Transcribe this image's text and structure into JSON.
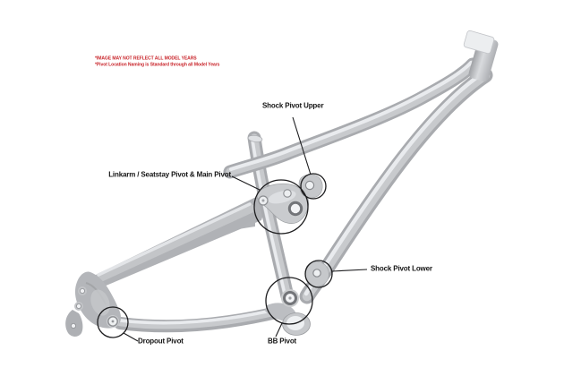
{
  "page": {
    "background_color": "#ffffff"
  },
  "disclaimer": {
    "line1": "*IMAGE MAY NOT REFLECT ALL MODEL YEARS",
    "line2": "*Pivot Location Naming is Standard through all Model Years",
    "color": "#c9252b"
  },
  "pivot_labels": {
    "shock_pivot_upper": "Shock Pivot Upper",
    "linkarm_seatstay_main": "Linkarm / Seatstay Pivot & Main Pivot",
    "shock_pivot_lower": "Shock Pivot Lower",
    "dropout_pivot": "Dropout Pivot",
    "bb_pivot": "BB Pivot"
  },
  "style": {
    "label_color": "#151515",
    "annotation_line_color": "#1c1c1e",
    "frame_base_color": "#aeb0b4",
    "frame_mid_color": "#c8cacd",
    "frame_highlight_color": "#e9ebee",
    "background_color": "#ffffff"
  }
}
